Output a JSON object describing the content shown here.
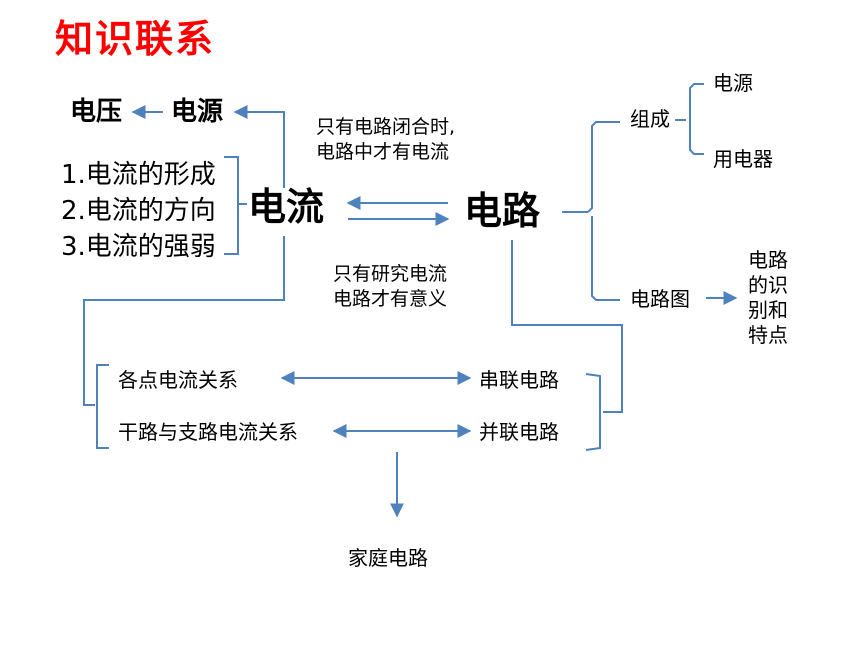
{
  "title": "知识联系",
  "nodes": {
    "voltage": "电压",
    "power_source": "电源",
    "current": "电流",
    "circuit": "电路",
    "current_topics": [
      "1.电流的形成",
      "2.电流的方向",
      "3.电流的强弱"
    ],
    "note_closed_circuit": [
      "只有电路闭合时,",
      "电路中才有电流"
    ],
    "note_meaning": [
      "只有研究电流",
      "电路才有意义"
    ],
    "composition": "组成",
    "comp_source": "电源",
    "comp_appliance": "用电器",
    "circuit_diagram": "电路图",
    "identify": "电路的识别和特点",
    "series_relation": "各点电流关系",
    "parallel_relation": "干路与支路电流关系",
    "series_circuit": "串联电路",
    "parallel_circuit": "并联电路",
    "home_circuit": "家庭电路"
  },
  "colors": {
    "title": "#ff0000",
    "connector": "#4f81bd",
    "text": "#000000"
  }
}
